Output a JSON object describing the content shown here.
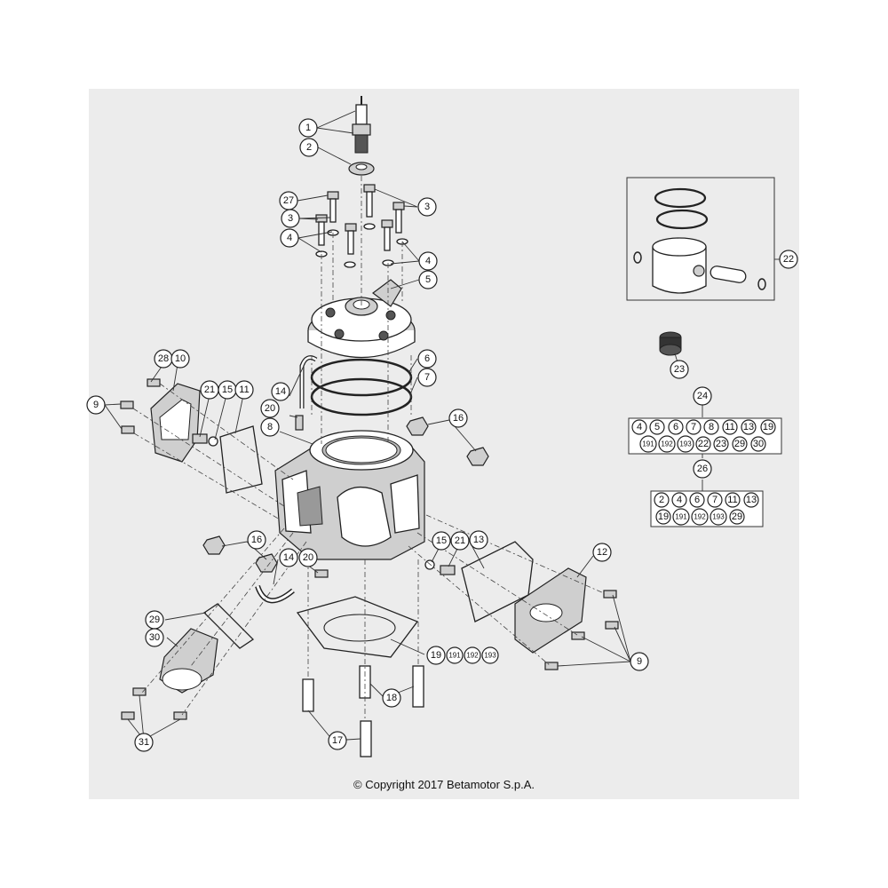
{
  "callouts": [
    {
      "id": "c1",
      "label": "1"
    },
    {
      "id": "c2",
      "label": "2"
    },
    {
      "id": "c27",
      "label": "27"
    },
    {
      "id": "c3a",
      "label": "3"
    },
    {
      "id": "c3b",
      "label": "3"
    },
    {
      "id": "c4a",
      "label": "4"
    },
    {
      "id": "c4b",
      "label": "4"
    },
    {
      "id": "c5",
      "label": "5"
    },
    {
      "id": "c6",
      "label": "6"
    },
    {
      "id": "c7",
      "label": "7"
    },
    {
      "id": "c28",
      "label": "28"
    },
    {
      "id": "c10",
      "label": "10"
    },
    {
      "id": "c9a",
      "label": "9"
    },
    {
      "id": "c21a",
      "label": "21"
    },
    {
      "id": "c15a",
      "label": "15"
    },
    {
      "id": "c11",
      "label": "11"
    },
    {
      "id": "c14a",
      "label": "14"
    },
    {
      "id": "c20a",
      "label": "20"
    },
    {
      "id": "c8",
      "label": "8"
    },
    {
      "id": "c16a",
      "label": "16"
    },
    {
      "id": "c16b",
      "label": "16"
    },
    {
      "id": "c14b",
      "label": "14"
    },
    {
      "id": "c20b",
      "label": "20"
    },
    {
      "id": "c15b",
      "label": "15"
    },
    {
      "id": "c21b",
      "label": "21"
    },
    {
      "id": "c13",
      "label": "13"
    },
    {
      "id": "c12",
      "label": "12"
    },
    {
      "id": "c29",
      "label": "29"
    },
    {
      "id": "c30",
      "label": "30"
    },
    {
      "id": "c19",
      "label": "19"
    },
    {
      "id": "c18",
      "label": "18"
    },
    {
      "id": "c17",
      "label": "17"
    },
    {
      "id": "c31",
      "label": "31"
    },
    {
      "id": "c9b",
      "label": "9"
    },
    {
      "id": "c22",
      "label": "22"
    },
    {
      "id": "c23",
      "label": "23"
    },
    {
      "id": "c24",
      "label": "24"
    },
    {
      "id": "c26",
      "label": "26"
    }
  ],
  "gasket_kit_19": [
    "191",
    "192",
    "193"
  ],
  "kit_24": {
    "row1": [
      "4",
      "5",
      "6",
      "7",
      "8",
      "11",
      "13",
      "19"
    ],
    "row2": [
      "191",
      "192",
      "193",
      "22",
      "23",
      "29",
      "30"
    ]
  },
  "kit_26": {
    "row1": [
      "2",
      "4",
      "6",
      "7",
      "11",
      "13"
    ],
    "row2": [
      "19",
      "191",
      "192",
      "193",
      "29"
    ]
  },
  "copyright": "© Copyright 2017 Betamotor S.p.A."
}
